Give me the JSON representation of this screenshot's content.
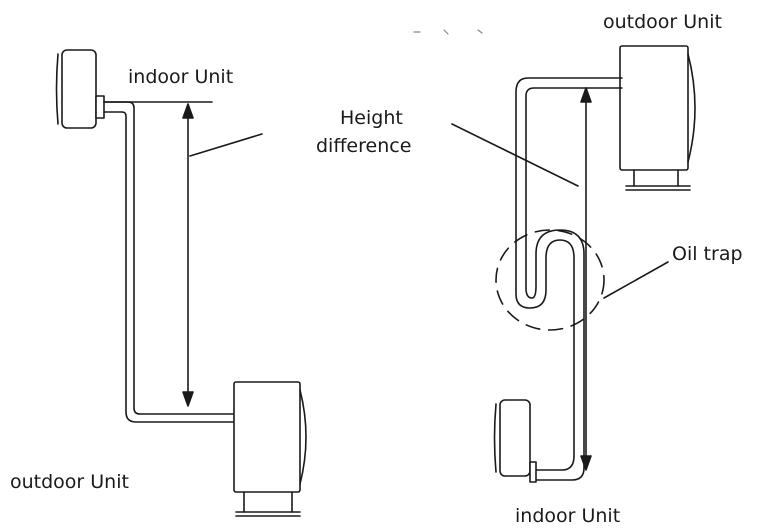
{
  "labels": {
    "left_indoor": "indoor Unit",
    "left_outdoor": "outdoor Unit",
    "height_line1": "Height",
    "height_line2": "difference",
    "right_outdoor": "outdoor Unit",
    "oil_trap": "Oil trap",
    "right_indoor": "indoor Unit"
  },
  "colors": {
    "line": "#1a1a1a",
    "unit_fill": "#ffffff"
  }
}
